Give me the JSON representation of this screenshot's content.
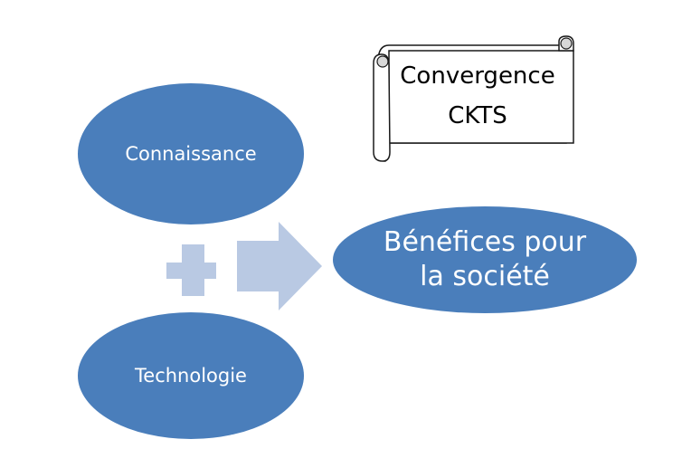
{
  "colors": {
    "node_fill": "#4a7ebb",
    "connector_fill": "#b9c9e3",
    "scroll_stroke": "#1a1a1a",
    "scroll_fill": "#ffffff"
  },
  "nodes": {
    "knowledge": "Connaissance",
    "technology": "Technologie",
    "benefits_line1": "Bénéfices pour",
    "benefits_line2": "la société"
  },
  "banner": {
    "line1": "Convergence",
    "line2": "CKTS"
  }
}
